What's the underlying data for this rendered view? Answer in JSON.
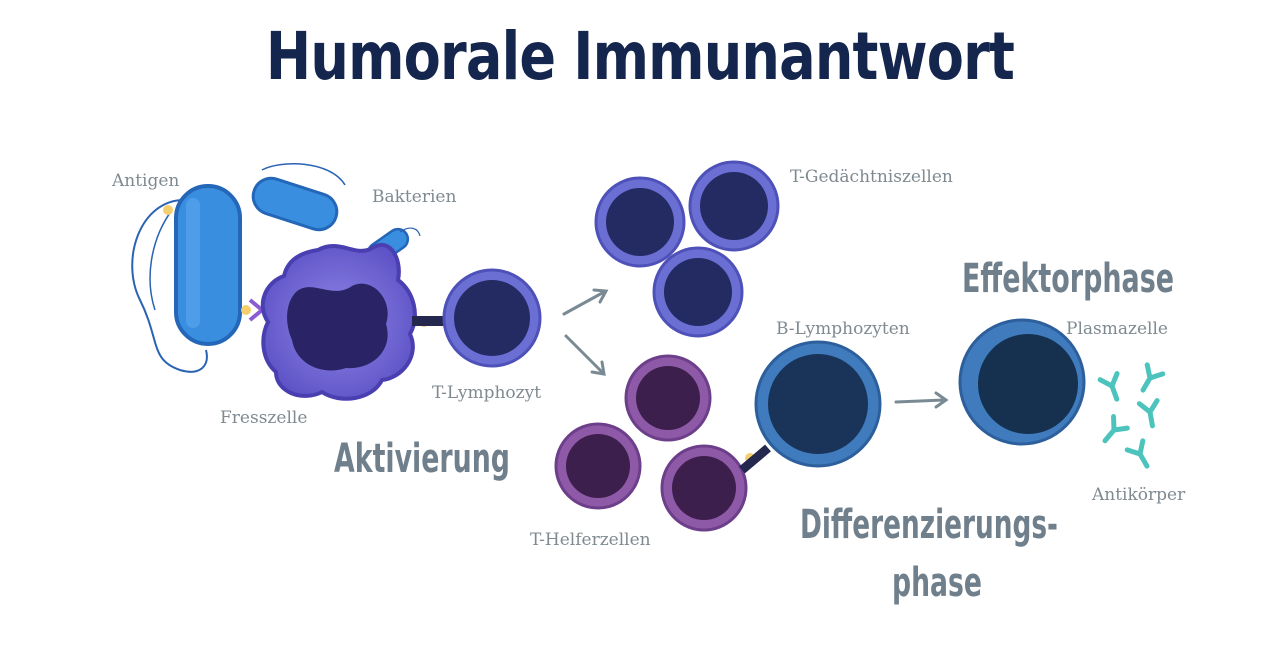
{
  "title": "Humorale Immunantwort",
  "labels": {
    "antigen": "Antigen",
    "bakterien": "Bakterien",
    "fresszelle": "Fresszelle",
    "t_lymphozyt": "T-Lymphozyt",
    "t_gedaechtniszellen": "T-Gedächtniszellen",
    "t_helferzellen": "T-Helferzellen",
    "b_lymphozyten": "B-Lymphozyten",
    "plasmazelle": "Plasmazelle",
    "antikoerper": "Antikörper"
  },
  "phases": {
    "aktivierung": "Aktivierung",
    "effektorphase": "Effektorphase",
    "differenzierung_line1": "Differenzierungs-",
    "differenzierung_line2": "phase"
  },
  "colors": {
    "title": "#14264d",
    "label": "#7f8a90",
    "phase": "#6f7f8c",
    "bacteria": "#3a8ee0",
    "phagocyte": "#6f63d6",
    "t_cell": "#6b6fd4",
    "helper": "#8e5aa8",
    "b_cell": "#3f7bbd",
    "antibody": "#4cc4bd",
    "antigen": "#f5cf6e"
  }
}
